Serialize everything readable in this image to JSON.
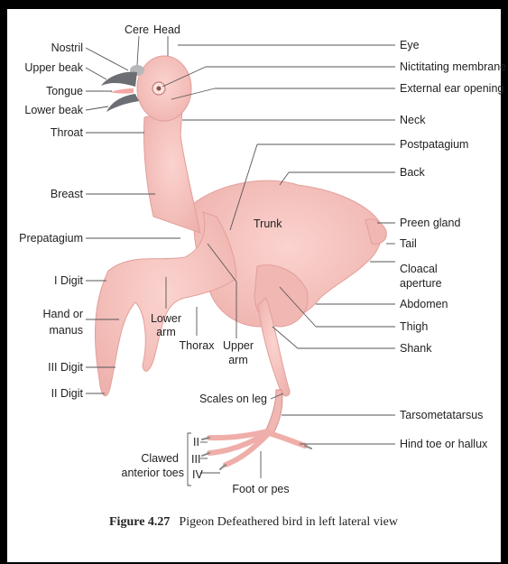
{
  "labels": {
    "cere": "Cere",
    "head": "Head",
    "nostril": "Nostril",
    "upper_beak": "Upper beak",
    "tongue": "Tongue",
    "lower_beak": "Lower beak",
    "throat": "Throat",
    "breast": "Breast",
    "prepatagium": "Prepatagium",
    "digit_1": "I Digit",
    "hand_1": "Hand or",
    "hand_2": "manus",
    "digit_3": "III Digit",
    "digit_2": "II Digit",
    "lower_arm_1": "Lower",
    "lower_arm_2": "arm",
    "thorax": "Thorax",
    "upper_arm_1": "Upper",
    "upper_arm_2": "arm",
    "trunk": "Trunk",
    "eye": "Eye",
    "nictitating": "Nictitating membrane",
    "ear": "External ear opening",
    "neck": "Neck",
    "postpatagium": "Postpatagium",
    "back": "Back",
    "preen": "Preen gland",
    "tail": "Tail",
    "cloacal_1": "Cloacal",
    "cloacal_2": "aperture",
    "abdomen": "Abdomen",
    "thigh": "Thigh",
    "shank": "Shank",
    "scales": "Scales on leg",
    "tarso": "Tarsometatarsus",
    "hind_toe": "Hind toe or hallux",
    "toe_ii": "II",
    "toe_iii": "III",
    "toe_iv": "IV",
    "clawed_1": "Clawed",
    "clawed_2": "anterior toes",
    "foot": "Foot or pes"
  },
  "caption": {
    "number": "Figure 4.27",
    "text": "Pigeon Defeathered bird in left lateral view"
  },
  "colors": {
    "skin": "#f7c4c0",
    "skin_dark": "#eaa39f",
    "beak": "#6b6e72",
    "frame": "#000000"
  }
}
